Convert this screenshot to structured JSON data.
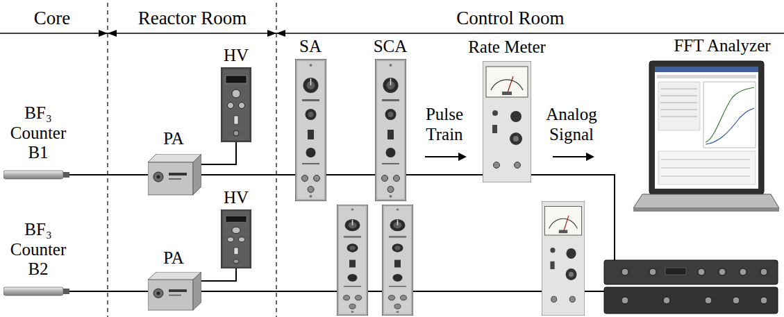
{
  "diagram": {
    "nodes": [
      {
        "text": [
          "BF₃ Counter B1"
        ]
      },
      {
        "text": [
          "PA"
        ]
      },
      {
        "text": [
          "HV"
        ]
      },
      {
        "text": [
          "SA"
        ]
      },
      {
        "text": [
          "SCA"
        ]
      },
      {
        "text": [
          "Rate Meter"
        ]
      },
      {
        "text": [
          "FFT Analyzer"
        ]
      },
      {
        "text": [
          "BF₃ Counter B2"
        ]
      },
      {
        "text": [
          "PA"
        ]
      },
      {
        "text": [
          "HV"
        ]
      }
    ],
    "edges": [
      {
        "from": 0,
        "to": 1,
        "arrow": "none"
      },
      {
        "from": 2,
        "to": 1,
        "arrow": "none"
      },
      {
        "from": 1,
        "to": 3,
        "arrow": "none"
      },
      {
        "from": 3,
        "to": 4,
        "arrow": "none"
      },
      {
        "from": 4,
        "to": 5,
        "arrow": "none"
      },
      {
        "from": 5,
        "to": 6,
        "arrow": "none"
      },
      {
        "from": 7,
        "to": 8,
        "arrow": "none"
      },
      {
        "from": 9,
        "to": 8,
        "arrow": "none"
      },
      {
        "from": 8,
        "to": 6,
        "arrow": "none"
      }
    ],
    "labels": [
      "Core",
      "Reactor Room",
      "Control Room",
      "Pulse Train",
      "Analog Signal"
    ]
  }
}
